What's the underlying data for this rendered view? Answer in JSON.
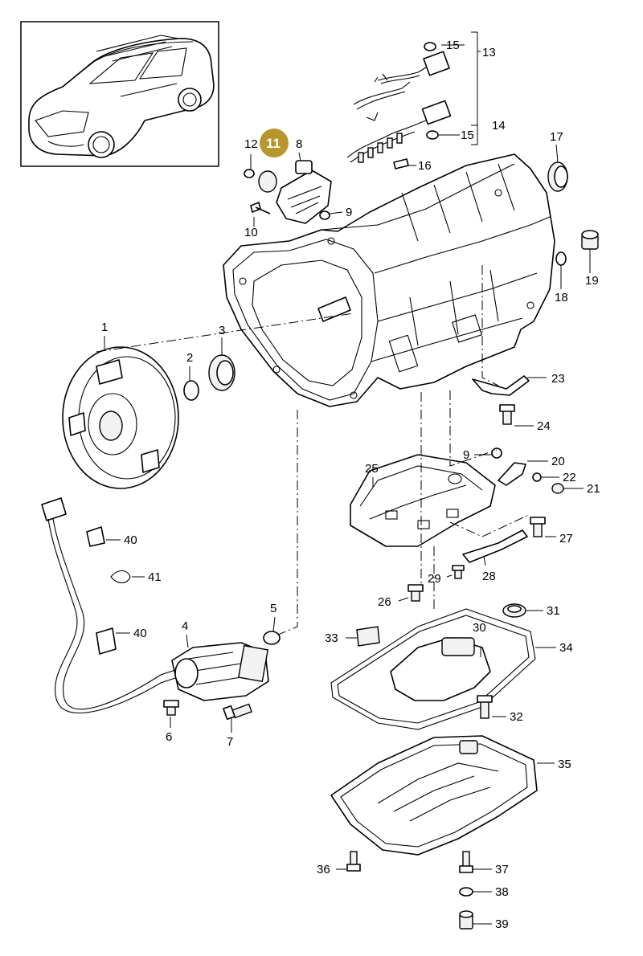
{
  "diagram": {
    "highlight_color": "#b8962e",
    "highlighted_part": "11",
    "thumbnail": "vehicle-thumbnail",
    "callouts": {
      "p1": "1",
      "p2": "2",
      "p3": "3",
      "p4": "4",
      "p5": "5",
      "p6": "6",
      "p7": "7",
      "p8": "8",
      "p9a": "9",
      "p9b": "9",
      "p10": "10",
      "p11": "11",
      "p12": "12",
      "p13": "13",
      "p14": "14",
      "p15a": "15",
      "p15b": "15",
      "p16": "16",
      "p17": "17",
      "p18": "18",
      "p19": "19",
      "p20": "20",
      "p21": "21",
      "p22": "22",
      "p23": "23",
      "p24": "24",
      "p25": "25",
      "p26": "26",
      "p27": "27",
      "p28": "28",
      "p29": "29",
      "p30": "30",
      "p31": "31",
      "p32": "32",
      "p33": "33",
      "p34": "34",
      "p35": "35",
      "p36": "36",
      "p37": "37",
      "p38": "38",
      "p39": "39",
      "p40a": "40",
      "p40b": "40",
      "p41": "41"
    }
  }
}
